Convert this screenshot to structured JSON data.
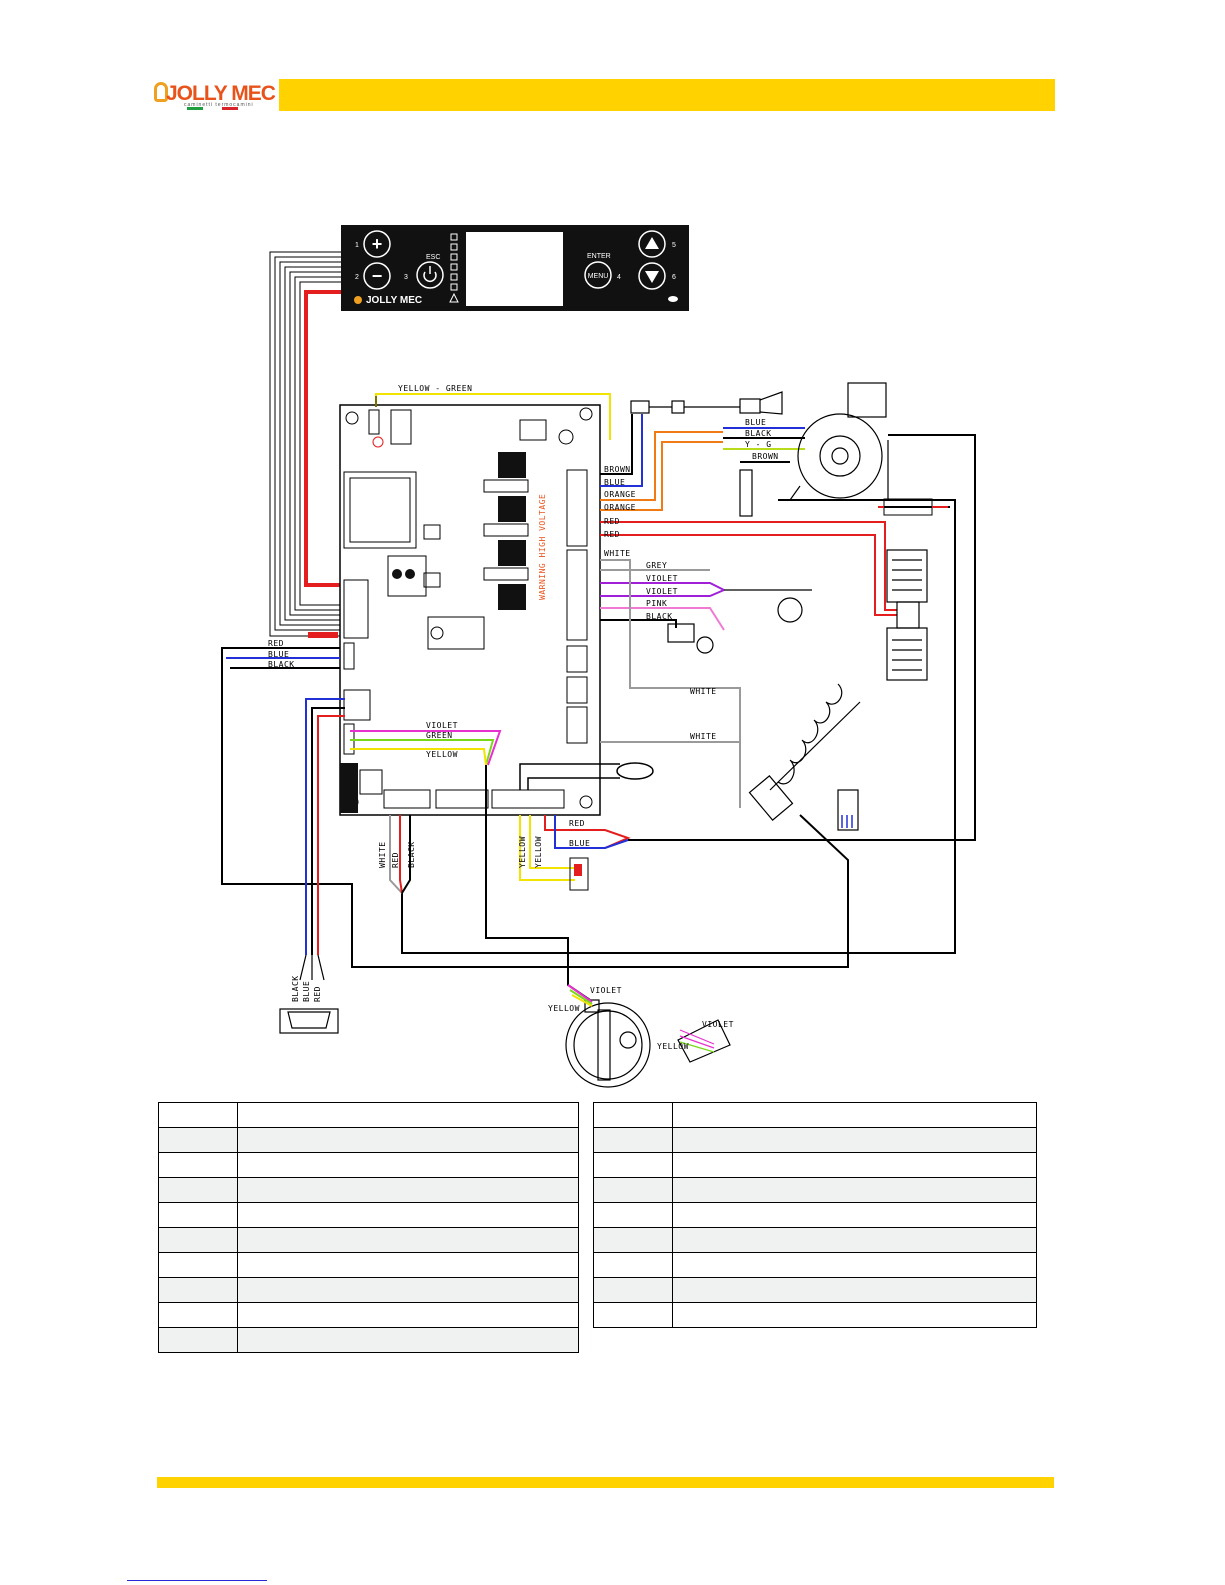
{
  "brand": {
    "logo_text": "JOLLY MEC",
    "logo_subtext": "caminetti termocamini",
    "flag_colors": [
      "#1e9e3e",
      "#ffffff",
      "#d8232a"
    ],
    "accent_color": "#ffd200"
  },
  "panel": {
    "btn_numbers": [
      "1",
      "2",
      "3",
      "4",
      "5",
      "6"
    ],
    "esc_label": "ESC",
    "enter_label": "ENTER",
    "menu_label": "MENU",
    "logo_text": "JOLLY MEC"
  },
  "wires": {
    "yellow_green": "YELLOW - GREEN",
    "brown": "BROWN",
    "blue": "BLUE",
    "orange": "ORANGE",
    "red": "RED",
    "white": "WHITE",
    "grey": "GREY",
    "violet": "VIOLET",
    "pink": "PINK",
    "black": "BLACK",
    "green": "GREEN",
    "yellow": "YELLOW",
    "y_g": "Y - G",
    "warning": "WARNING HIGH VOLTAGE"
  },
  "legend_left_rows": 10,
  "legend_right_rows": 9
}
